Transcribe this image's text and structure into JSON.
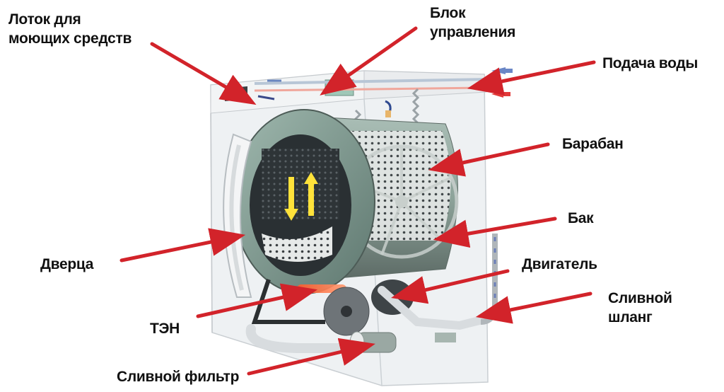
{
  "diagram": {
    "subject": "Washing machine internal structure",
    "arrow_color": "#d2232a",
    "labels": {
      "detergent_tray": {
        "line1": "Лоток для",
        "line2": "моющих средств"
      },
      "control_unit": {
        "line1": "Блок",
        "line2": "управления"
      },
      "water_supply": {
        "line1": "Подача воды"
      },
      "drum": {
        "line1": "Барабан"
      },
      "tank": {
        "line1": "Бак"
      },
      "door": {
        "line1": "Дверца"
      },
      "motor": {
        "line1": "Двигатель"
      },
      "drain_hose": {
        "line1": "Сливной",
        "line2": "шланг"
      },
      "heater": {
        "line1": "ТЭН"
      },
      "drain_filter": {
        "line1": "Сливной фильтр"
      }
    }
  }
}
